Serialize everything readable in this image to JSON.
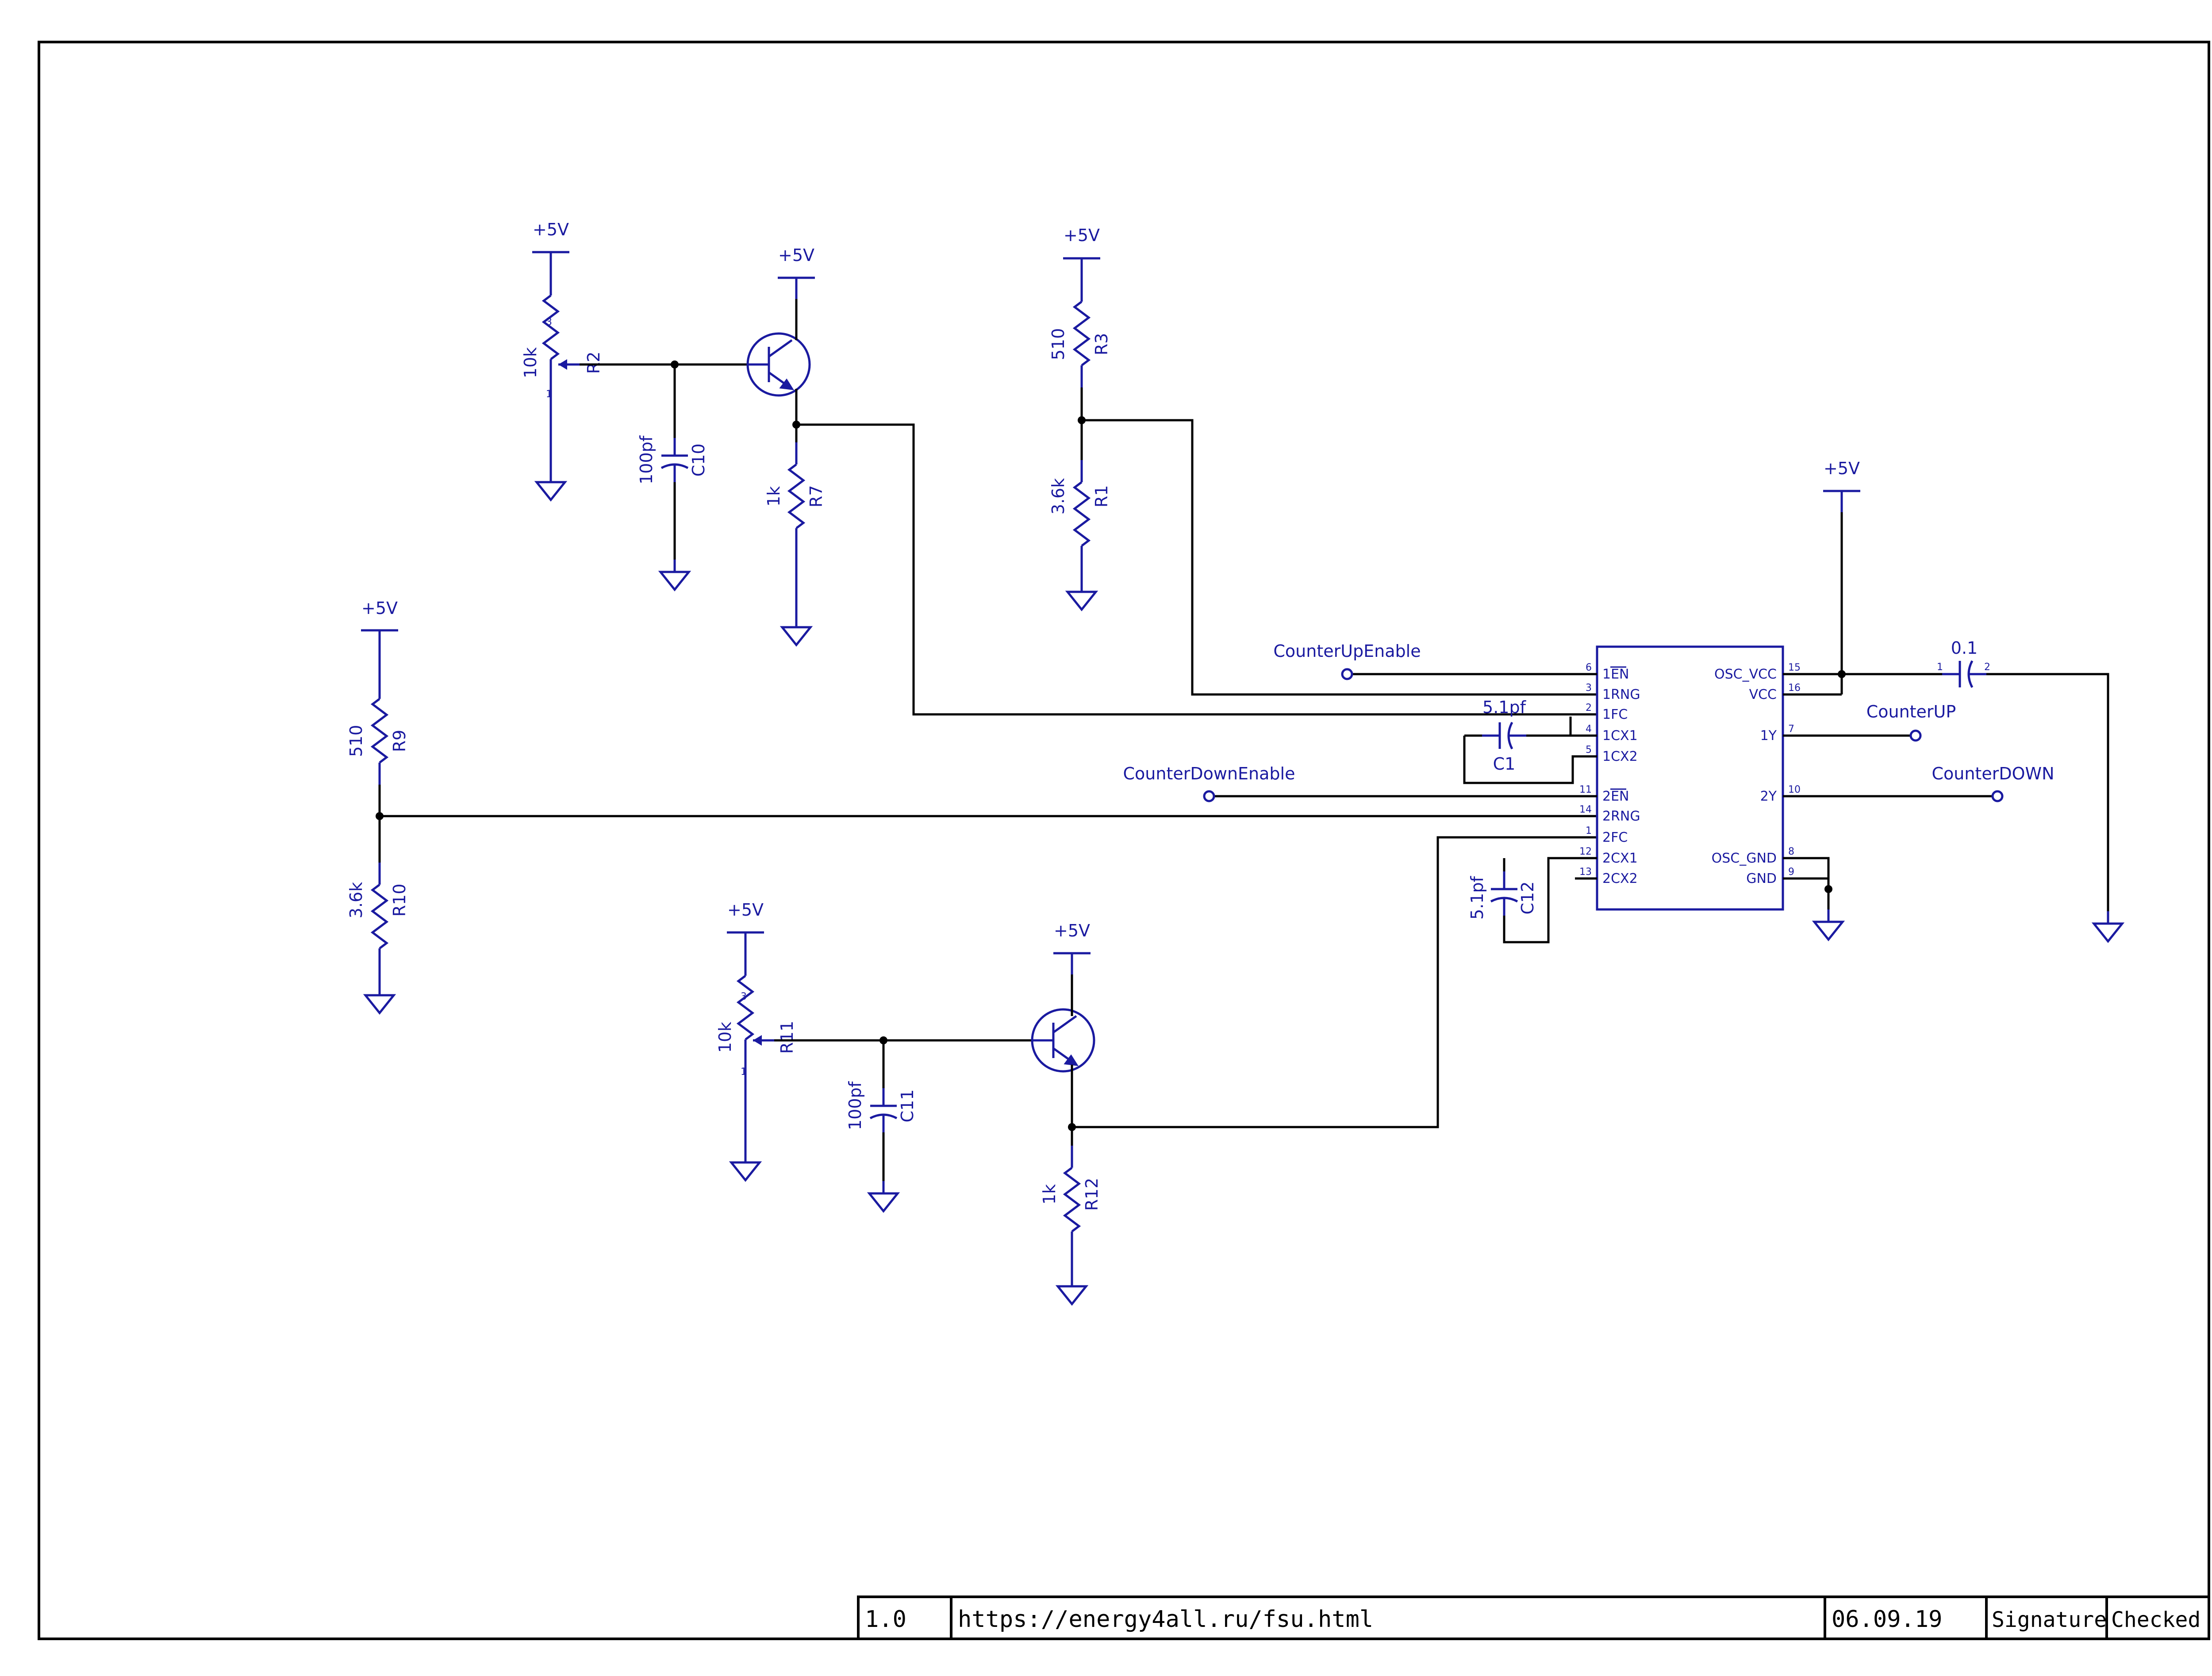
{
  "components": {
    "R1": {
      "ref": "R1",
      "value": "3.6k"
    },
    "R2": {
      "ref": "R2",
      "value": "10k"
    },
    "R3": {
      "ref": "R3",
      "value": "510"
    },
    "R7": {
      "ref": "R7",
      "value": "1k"
    },
    "R9": {
      "ref": "R9",
      "value": "510"
    },
    "R10": {
      "ref": "R10",
      "value": "3.6k"
    },
    "R11": {
      "ref": "R11",
      "value": "10k"
    },
    "R12": {
      "ref": "R12",
      "value": "1k"
    },
    "C1": {
      "ref": "C1",
      "value": "5.1pf"
    },
    "C10": {
      "ref": "C10",
      "value": "100pf"
    },
    "C11": {
      "ref": "C11",
      "value": "100pf"
    },
    "C12": {
      "ref": "C12",
      "value": "5.1pf"
    },
    "C_vcc": {
      "ref": "",
      "value": "0.1"
    }
  },
  "power_label": "+5V",
  "pin_numbers": {
    "one": "1",
    "two": "2",
    "three": "3"
  },
  "ic": {
    "left_pins": [
      {
        "name": "1EN",
        "num": "6"
      },
      {
        "name": "1RNG",
        "num": "3"
      },
      {
        "name": "1FC",
        "num": "2"
      },
      {
        "name": "1CX1",
        "num": "4"
      },
      {
        "name": "1CX2",
        "num": "5"
      },
      {
        "name": "2EN",
        "num": "11"
      },
      {
        "name": "2RNG",
        "num": "14"
      },
      {
        "name": "2FC",
        "num": "1"
      },
      {
        "name": "2CX1",
        "num": "12"
      },
      {
        "name": "2CX2",
        "num": "13"
      }
    ],
    "right_pins": [
      {
        "name": "OSC_VCC",
        "num": "15"
      },
      {
        "name": "VCC",
        "num": "16"
      },
      {
        "name": "1Y",
        "num": "7"
      },
      {
        "name": "2Y",
        "num": "10"
      },
      {
        "name": "OSC_GND",
        "num": "8"
      },
      {
        "name": "GND",
        "num": "9"
      }
    ]
  },
  "nets": {
    "counter_up_enable": "CounterUpEnable",
    "counter_down_enable": "CounterDownEnable",
    "counter_up": "CounterUP",
    "counter_down": "CounterDOWN"
  },
  "title_block": {
    "revision": "1.0",
    "url": "https://energy4all.ru/fsu.html",
    "date": "06.09.19",
    "signature": "Signature",
    "checked": "Checked"
  }
}
